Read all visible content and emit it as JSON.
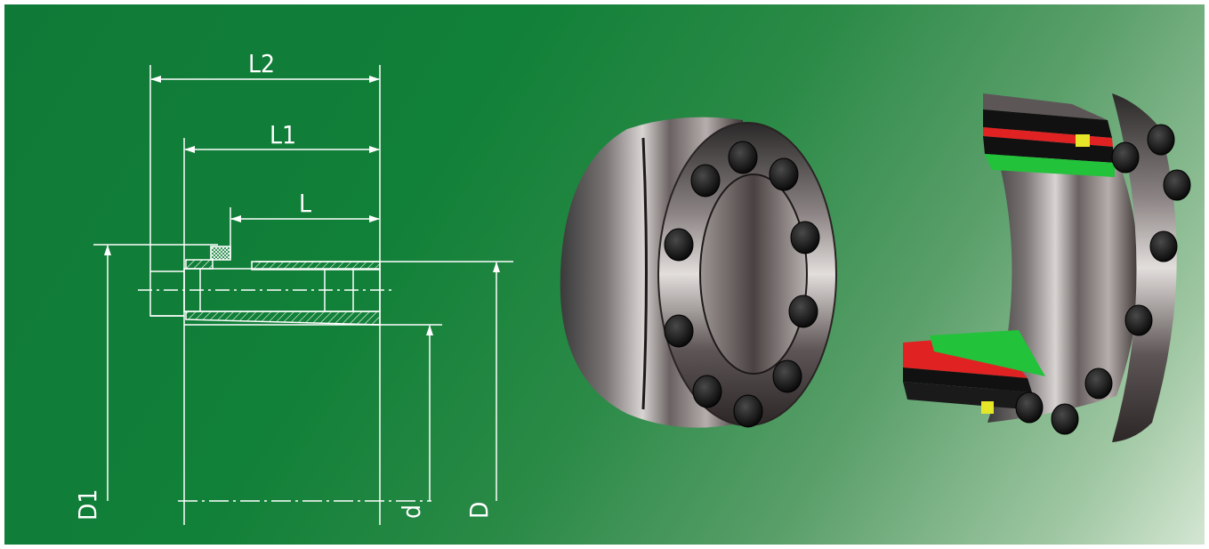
{
  "drawing": {
    "dimensions": {
      "L2": "L2",
      "L1": "L1",
      "L": "L",
      "D1": "D1",
      "d": "d",
      "D": "D"
    },
    "line_color": "#ffffff"
  },
  "background": {
    "colors": [
      "#0f7a37",
      "#2a8a46",
      "#9fc7a2"
    ]
  }
}
